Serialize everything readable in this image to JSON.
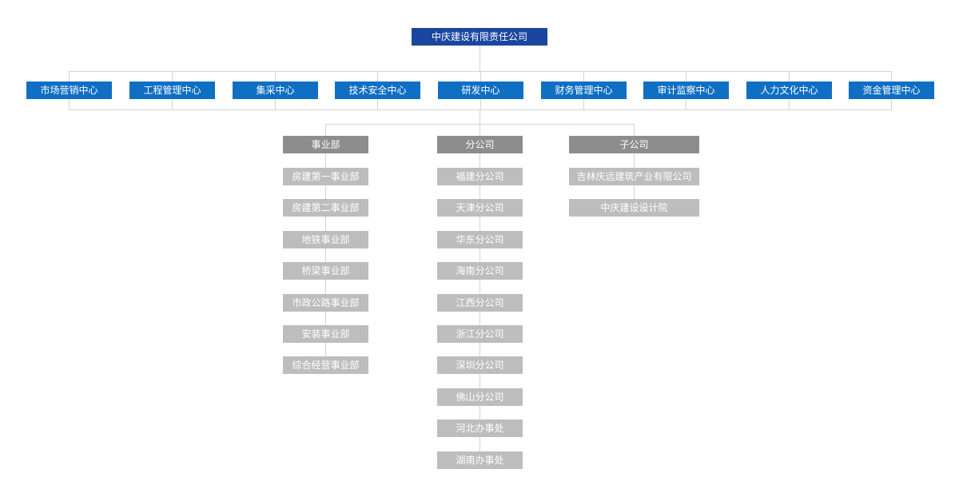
{
  "org_chart": {
    "root": "中庆建设有限责任公司",
    "colors": {
      "root": "#1b46a0",
      "department": "#0f6fc3",
      "group_header": "#8d8d8d",
      "unit": "#bdbdbd",
      "connector": "#d4d4d4"
    },
    "departments": [
      "市场营销中心",
      "工程管理中心",
      "集采中心",
      "技术安全中心",
      "研发中心",
      "财务管理中心",
      "审计监察中心",
      "人力文化中心",
      "资金管理中心"
    ],
    "groups": [
      {
        "title": "事业部",
        "items": [
          "房建第一事业部",
          "房建第二事业部",
          "地铁事业部",
          "桥梁事业部",
          "市政公路事业部",
          "安装事业部",
          "综合经营事业部"
        ]
      },
      {
        "title": "分公司",
        "items": [
          "福建分公司",
          "天津分公司",
          "华东分公司",
          "海南分公司",
          "江西分公司",
          "浙江分公司",
          "深圳分公司",
          "佛山分公司",
          "河北办事处",
          "湖南办事处"
        ]
      },
      {
        "title": "子公司",
        "items": [
          "吉林庆远建筑产业有限公司",
          "中庆建设设计院"
        ]
      }
    ]
  }
}
